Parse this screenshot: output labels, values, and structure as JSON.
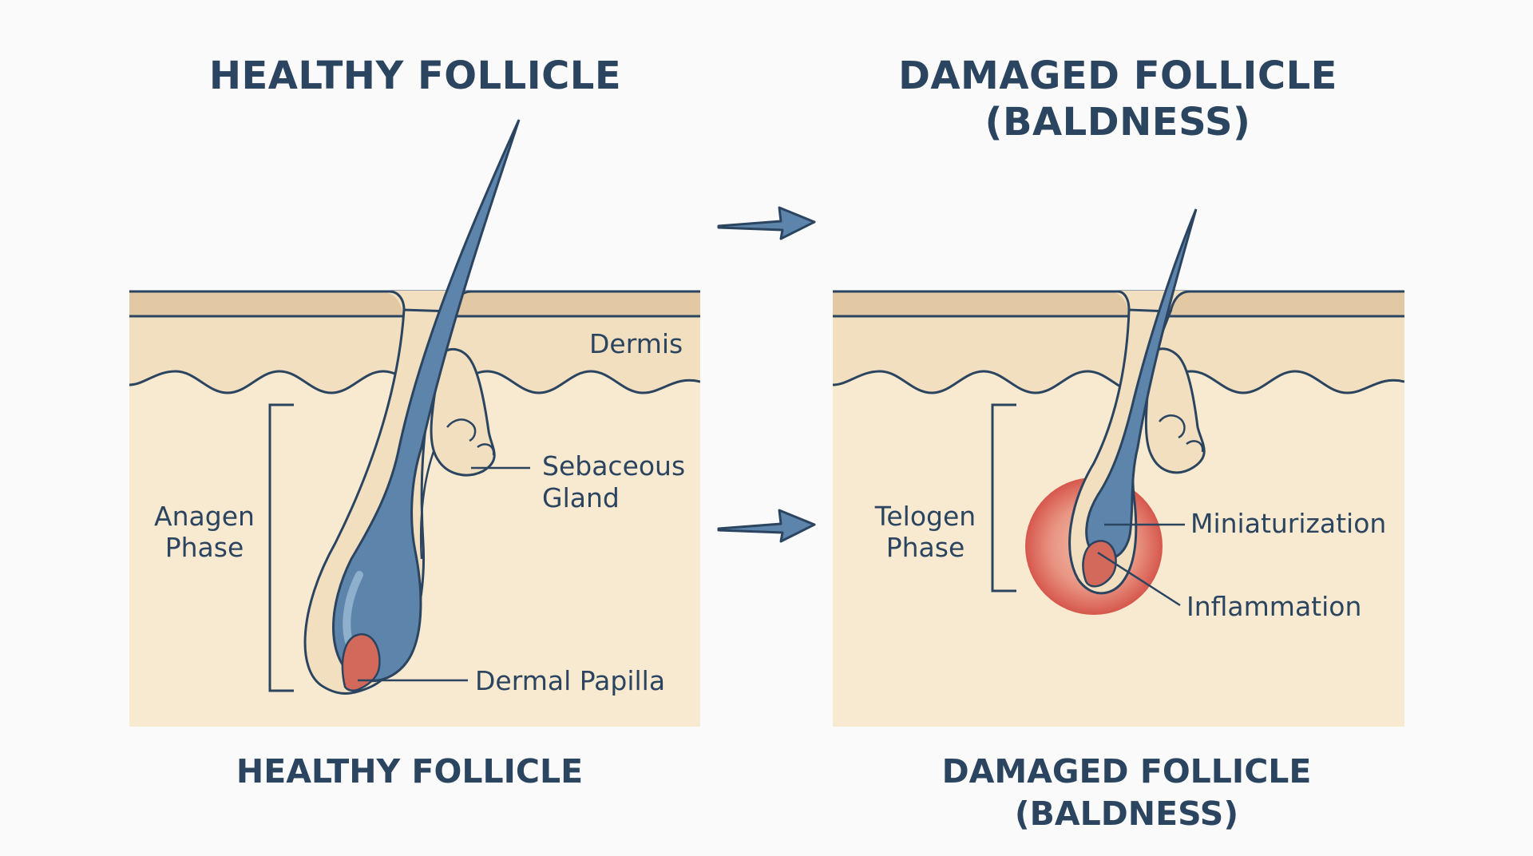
{
  "headings": {
    "healthy": "HEALTHY FOLLICLE",
    "damaged": "DAMAGED FOLLICLE\n(BALDNESS)"
  },
  "captions": {
    "healthy": "HEALTHY FOLLICLE",
    "damaged": "DAMAGED FOLLICLE\n(BALDNESS)"
  },
  "healthy_panel": {
    "layer_label": "Dermis",
    "gland_label": [
      "Sebaceous",
      "Gland"
    ],
    "phase_label": [
      "Anagen",
      "Phase"
    ],
    "papilla_label": "Dermal Papilla"
  },
  "damaged_panel": {
    "phase_label": [
      "Telogen",
      "Phase"
    ],
    "miniaturization_label": "Miniaturization",
    "inflammation_label": "Inflammation"
  },
  "colors": {
    "skin_surface": "#e3c9a3",
    "dermis": "#f2dfc0",
    "hypodermis": "#f8ead0",
    "hair_shaft": "#5d84aa",
    "hair_highlight": "#8fb0cd",
    "outline": "#2b4460",
    "papilla": "#d2695a",
    "inflammation": "#d6574c",
    "text": "#2b4460"
  }
}
